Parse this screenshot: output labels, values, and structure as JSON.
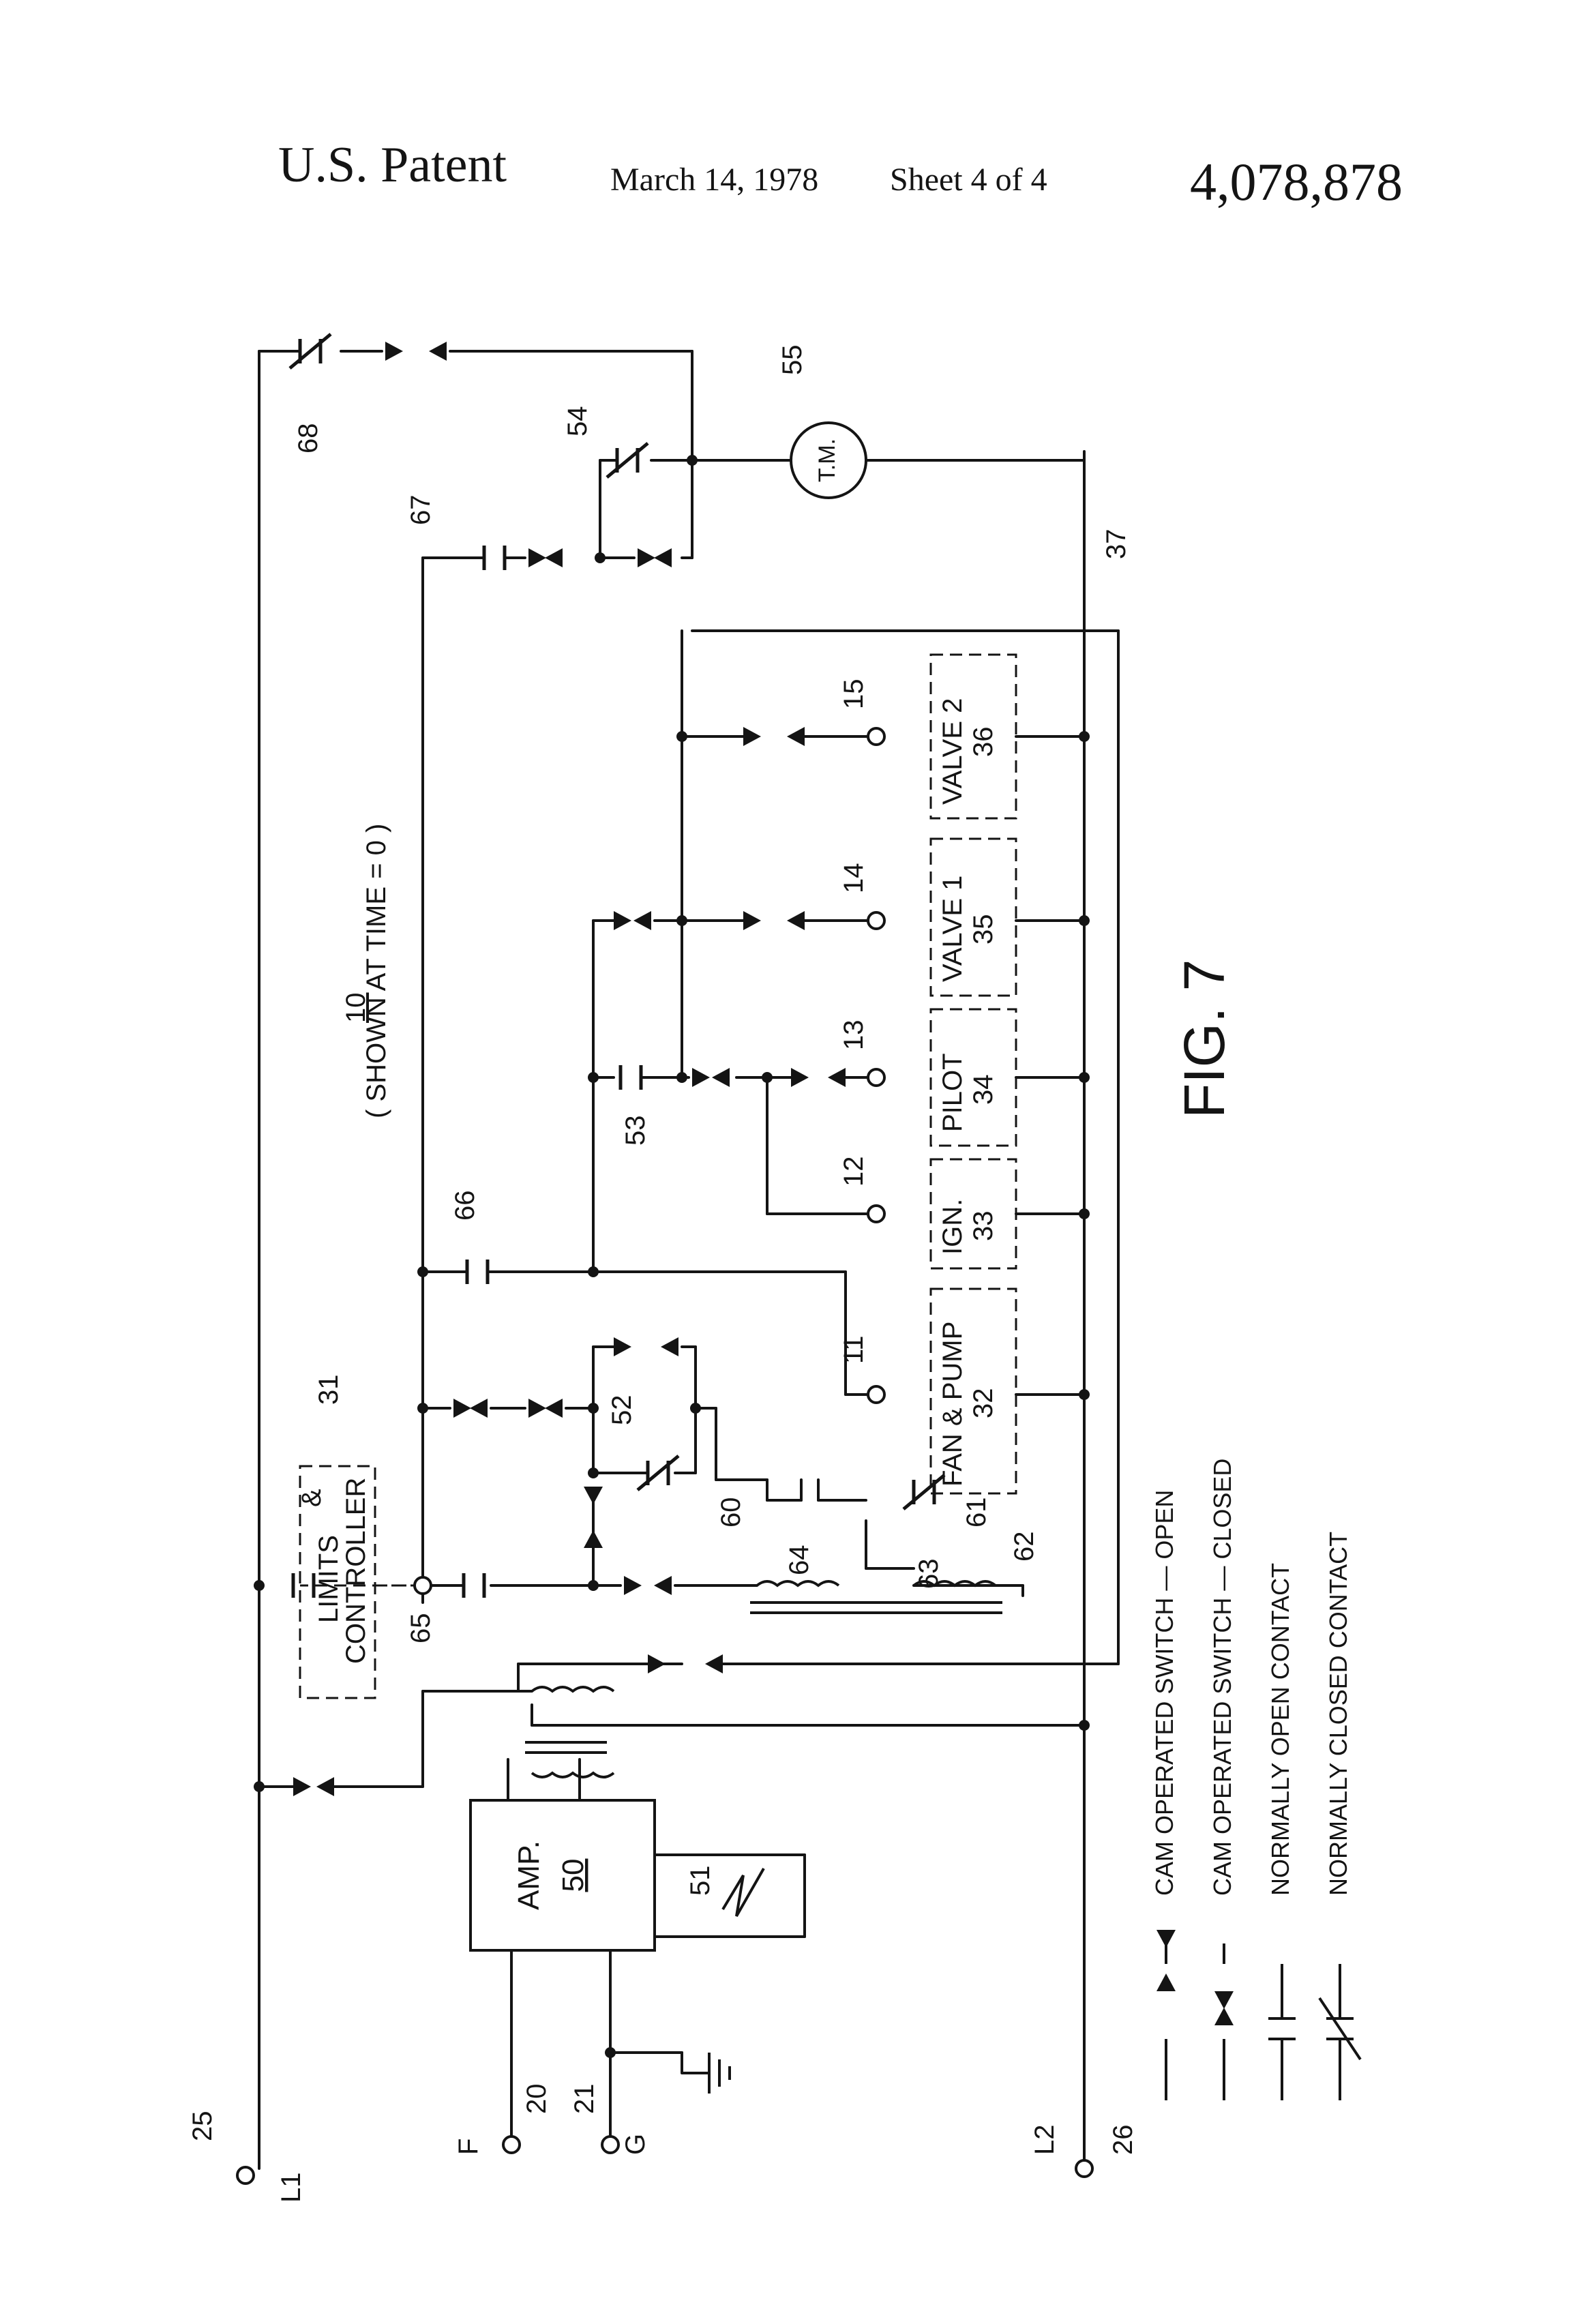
{
  "header": {
    "title": "U.S. Patent",
    "date": "March 14, 1978",
    "sheet": "Sheet 4 of 4",
    "patent_number": "4,078,878"
  },
  "figure": {
    "caption": "FIG. 7",
    "system_ref": "10",
    "note": "( SHOWN AT TIME = 0 )"
  },
  "terminals": {
    "l1": "L1",
    "l1_ref": "25",
    "l2": "L2",
    "l2_ref": "26",
    "f": "F",
    "f_ref": "20",
    "g": "G",
    "g_ref": "21"
  },
  "blocks": {
    "amp": "AMP.",
    "amp_ref": "50",
    "limits_1": "LIMITS",
    "limits_2": "&",
    "limits_3": "CONTROLLER",
    "limits_ref": "31",
    "loads": [
      {
        "name": "FAN & PUMP",
        "ref": "32",
        "terminal": "11"
      },
      {
        "name": "IGN.",
        "ref": "33",
        "terminal": "12"
      },
      {
        "name": "PILOT",
        "ref": "34",
        "terminal": "13"
      },
      {
        "name": "VALVE 1",
        "ref": "35",
        "terminal": "14"
      },
      {
        "name": "VALVE 2",
        "ref": "36",
        "terminal": "15"
      }
    ],
    "timer_motor": "T.M."
  },
  "refs": {
    "r37": "37",
    "r51": "51",
    "r52": "52",
    "r53": "53",
    "r54": "54",
    "r55": "55",
    "r60": "60",
    "r61": "61",
    "r62": "62",
    "r63": "63",
    "r64": "64",
    "r65": "65",
    "r66": "66",
    "r67": "67",
    "r68": "68"
  },
  "legend": [
    {
      "symbol": "cam-open",
      "label": "CAM OPERATED SWITCH — OPEN"
    },
    {
      "symbol": "cam-closed",
      "label": "CAM OPERATED SWITCH — CLOSED"
    },
    {
      "symbol": "no-contact",
      "label": "NORMALLY OPEN CONTACT"
    },
    {
      "symbol": "nc-contact",
      "label": "NORMALLY CLOSED CONTACT"
    }
  ],
  "colors": {
    "ink": "#141414",
    "paper": "#ffffff"
  }
}
